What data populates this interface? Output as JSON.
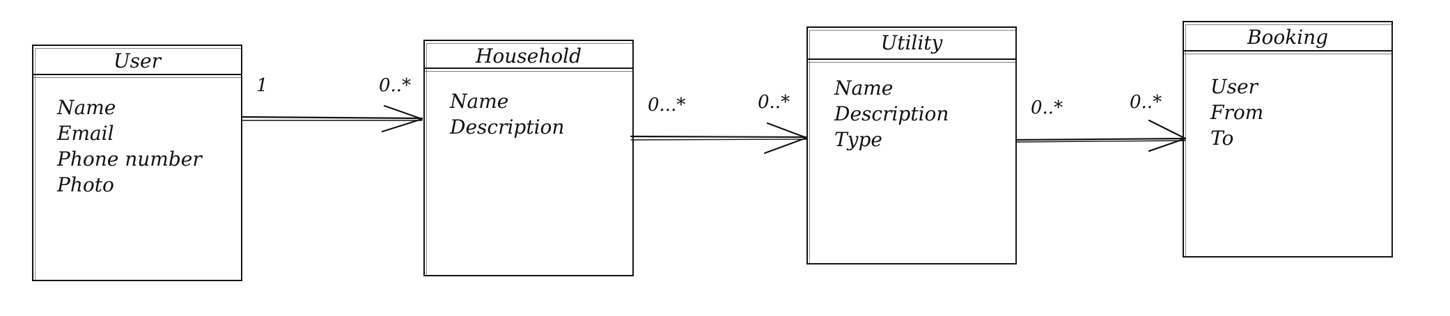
{
  "entities": [
    {
      "name": "User",
      "attributes": [
        "Name",
        "Email",
        "Phone number",
        "Photo"
      ]
    },
    {
      "name": "Household",
      "attributes": [
        "Name",
        "Description"
      ]
    },
    {
      "name": "Utility",
      "attributes": [
        "Name",
        "Description",
        "Type"
      ]
    },
    {
      "name": "Booking",
      "attributes": [
        "User",
        "From",
        "To"
      ]
    }
  ],
  "relations": [
    {
      "from": "User",
      "to": "Household",
      "source_multiplicity": "1",
      "target_multiplicity": "0..*"
    },
    {
      "from": "Household",
      "to": "Utility",
      "source_multiplicity": "0...*",
      "target_multiplicity": "0..*"
    },
    {
      "from": "Utility",
      "to": "Booking",
      "source_multiplicity": "0..*",
      "target_multiplicity": "0..*"
    }
  ]
}
